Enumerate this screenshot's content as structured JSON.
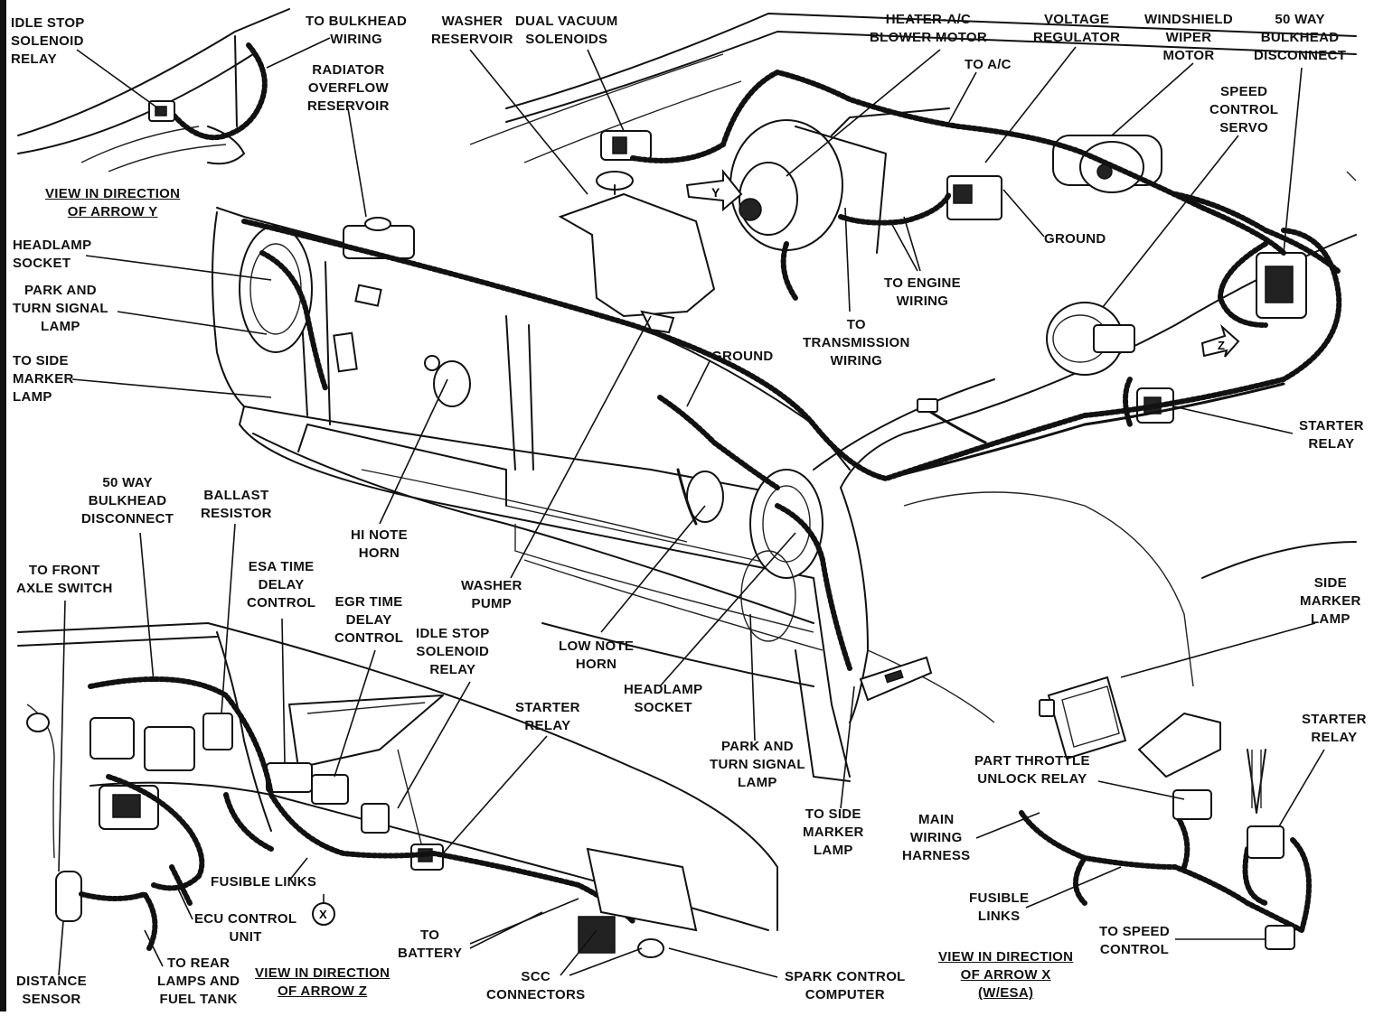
{
  "labels": {
    "idle_stop_relay_top": "IDLE STOP\nSOLENOID\nRELAY",
    "to_bulkhead_wiring": "TO BULKHEAD\nWIRING",
    "radiator_overflow": "RADIATOR\nOVERFLOW\nRESERVOIR",
    "washer_reservoir": "WASHER\nRESERVOIR",
    "dual_vacuum": "DUAL VACUUM\nSOLENOIDS",
    "heater_ac": "HEATER-A/C\nBLOWER MOTOR",
    "to_ac": "TO A/C",
    "voltage_regulator": "VOLTAGE\nREGULATOR",
    "windshield_wiper": "WINDSHIELD\nWIPER\nMOTOR",
    "fifty_way_top": "50 WAY\nBULKHEAD\nDISCONNECT",
    "speed_control_servo": "SPEED\nCONTROL\nSERVO",
    "view_arrow_y": "VIEW IN DIRECTION\nOF ARROW Y",
    "headlamp_socket_left": "HEADLAMP\nSOCKET",
    "park_turn_left": "PARK AND\nTURN SIGNAL\nLAMP",
    "to_side_marker_left": "TO SIDE\nMARKER\nLAMP",
    "ground_right": "GROUND",
    "to_engine_wiring": "TO ENGINE\nWIRING",
    "to_transmission": "TO\nTRANSMISSION\nWIRING",
    "ground_center": "GROUND",
    "starter_relay_right": "STARTER\nRELAY",
    "fifty_way_bottom": "50 WAY\nBULKHEAD\nDISCONNECT",
    "ballast_resistor": "BALLAST\nRESISTOR",
    "hi_note_horn": "HI NOTE\nHORN",
    "washer_pump": "WASHER\nPUMP",
    "to_front_axle": "TO FRONT\nAXLE SWITCH",
    "esa_time_delay": "ESA TIME\nDELAY\nCONTROL",
    "egr_time_delay": "EGR TIME\nDELAY\nCONTROL",
    "idle_stop_relay_bottom": "IDLE STOP\nSOLENOID\nRELAY",
    "low_note_horn": "LOW NOTE\nHORN",
    "headlamp_socket_center": "HEADLAMP\nSOCKET",
    "starter_relay_center": "STARTER\nRELAY",
    "side_marker_right": "SIDE\nMARKER\nLAMP",
    "park_turn_center": "PARK AND\nTURN SIGNAL\nLAMP",
    "starter_relay_br": "STARTER\nRELAY",
    "part_throttle": "PART THROTTLE\nUNLOCK RELAY",
    "main_wiring_harness": "MAIN\nWIRING\nHARNESS",
    "fusible_links_center": "FUSIBLE LINKS",
    "to_side_marker_center": "TO SIDE\nMARKER\nLAMP",
    "fusible_links_right": "FUSIBLE\nLINKS",
    "ecu_control_unit": "ECU CONTROL\nUNIT",
    "to_battery": "TO\nBATTERY",
    "to_speed_control": "TO SPEED\nCONTROL",
    "distance_sensor": "DISTANCE\nSENSOR",
    "to_rear_lamps": "TO REAR\nLAMPS AND\nFUEL TANK",
    "view_arrow_z": "VIEW IN DIRECTION\nOF ARROW Z",
    "scc_connectors": "SCC\nCONNECTORS",
    "spark_control_computer": "SPARK CONTROL\nCOMPUTER",
    "view_arrow_x": "VIEW IN DIRECTION\nOF ARROW X\n(W/ESA)"
  },
  "markers": {
    "x": "X",
    "y": "Y",
    "z": "Z"
  }
}
